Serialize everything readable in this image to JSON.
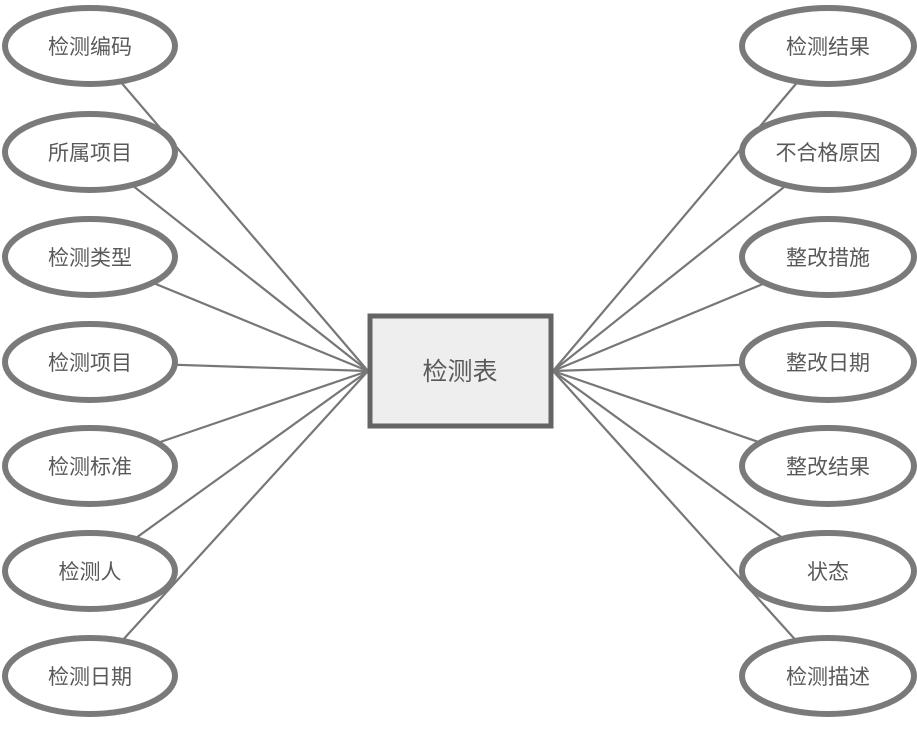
{
  "diagram": {
    "type": "entity-attribute-diagram",
    "center": {
      "label": "检测表"
    },
    "left_attributes": [
      {
        "label": "检测编码"
      },
      {
        "label": "所属项目"
      },
      {
        "label": "检测类型"
      },
      {
        "label": "检测项目"
      },
      {
        "label": "检测标准"
      },
      {
        "label": "检测人"
      },
      {
        "label": "检测日期"
      }
    ],
    "right_attributes": [
      {
        "label": "检测结果"
      },
      {
        "label": "不合格原因"
      },
      {
        "label": "整改措施"
      },
      {
        "label": "整改日期"
      },
      {
        "label": "整改结果"
      },
      {
        "label": "状态"
      },
      {
        "label": "检测描述"
      }
    ],
    "colors": {
      "attribute_stroke": "#7a7a7a",
      "attribute_fill": "#ffffff",
      "connector": "#777777",
      "entity_fill": "#eeeeee",
      "entity_stroke": "#646464",
      "text": "#595959",
      "background": "#ffffff"
    }
  }
}
